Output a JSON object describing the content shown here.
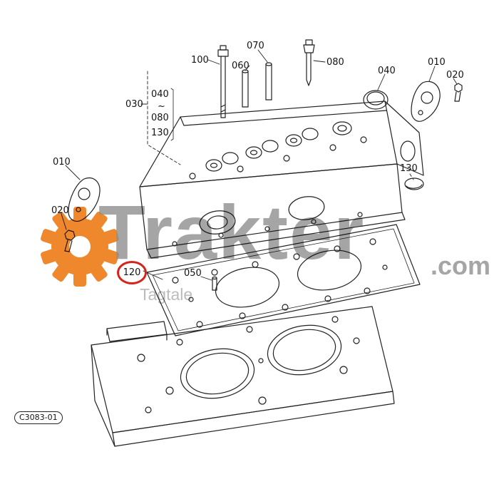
{
  "diagram": {
    "code": "C3083-01",
    "highlighted_label": "120",
    "labels": {
      "l100": "100",
      "l070": "070",
      "l060": "060",
      "l080": "080",
      "l040_top": "040",
      "l010_top_right": "010",
      "l020_top_right": "020",
      "l030": "030",
      "bracket": {
        "item1": "040",
        "tilde": "~",
        "item2": "080",
        "item3": "130"
      },
      "l010_left": "010",
      "l020_left": "020",
      "l120": "120",
      "l050": "050",
      "l130_right": "130"
    }
  },
  "watermark": {
    "brand": "Trakter",
    "tld": ".com",
    "sub": "Tagtale"
  },
  "colors": {
    "highlight_red": "#d6231b",
    "watermark_orange": "#ee7d1b",
    "watermark_gray": "#8f8f8f",
    "line": "#222222",
    "background": "#ffffff"
  }
}
